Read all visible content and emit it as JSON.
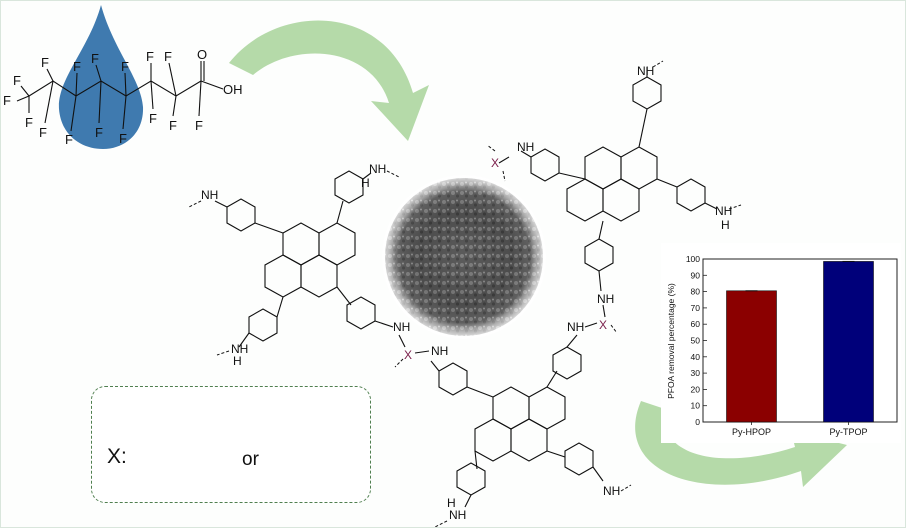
{
  "labels": {
    "fluorine": "F",
    "oxygen": "O",
    "hydroxyl": "OH",
    "amine": "NH",
    "nitrogen": "N",
    "hydrogen": "H",
    "linker": "X",
    "linker_prefix": "X:",
    "or_word": "or"
  },
  "colors": {
    "drop": "#2f6fa8",
    "arrow": "#a8d49a",
    "heptazine": "#e8323c",
    "triazine": "#2b2bd6",
    "linker": "#7a1e4a",
    "bar_hpop": "#8b0000",
    "bar_tpop": "#00007a"
  },
  "chart_data": {
    "type": "bar",
    "categories": [
      "Py-HPOP",
      "Py-TPOP"
    ],
    "values": [
      80.5,
      98.5
    ],
    "colors": [
      "#8b0000",
      "#00007a"
    ],
    "ylabel": "PFOA removal percentage (%)",
    "ylim": [
      0,
      100
    ],
    "yticks": [
      0,
      10,
      20,
      30,
      40,
      50,
      60,
      70,
      80,
      90,
      100
    ],
    "grid": false
  }
}
